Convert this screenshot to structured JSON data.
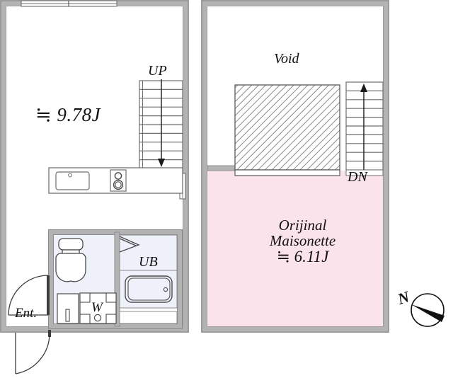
{
  "plan": {
    "title": "Maisonette apartment floor plan",
    "colors": {
      "wall": "#b3b3b3",
      "wall_line": "#7a7a7a",
      "room_pink": "#fbe3ec",
      "room_blue": "#eef1f9",
      "ink": "#111111",
      "hatch": "#666666"
    },
    "units": [
      {
        "name": "lower-floor-unit",
        "rooms": [
          {
            "name": "main-room",
            "label": "≒ 9.78J",
            "area_jo": 9.78,
            "fill": "white"
          },
          {
            "name": "toilet-room",
            "label": "",
            "fill": "#eef1f9"
          },
          {
            "name": "unit-bath",
            "label": "UB",
            "fill": "#eef1f9"
          },
          {
            "name": "entrance",
            "label": "Ent.",
            "fill": "white"
          }
        ],
        "stair_label": "UP",
        "stair_direction": "up",
        "stair_treads": 10,
        "fixtures": [
          {
            "name": "kitchen-sink"
          },
          {
            "name": "gas-stove-2burner"
          },
          {
            "name": "toilet"
          },
          {
            "name": "washing-machine",
            "label": "W"
          },
          {
            "name": "bathtub"
          },
          {
            "name": "wash-basin"
          },
          {
            "name": "folding-door"
          }
        ]
      },
      {
        "name": "upper-floor-unit",
        "rooms": [
          {
            "name": "void-area",
            "label": "Void",
            "fill": "white"
          },
          {
            "name": "maisonette-room",
            "label_line1": "Orijinal",
            "label_line2": "Maisonette",
            "label_line3": "≒ 6.11J",
            "area_jo": 6.11,
            "fill": "#fbe3ec"
          }
        ],
        "stair_label": "DN",
        "stair_direction": "down",
        "stair_treads": 10,
        "fixtures": [
          {
            "name": "hatched-roof-block"
          }
        ]
      }
    ],
    "labels": {
      "area_left": "≒ 9.78J",
      "up": "UP",
      "dn": "DN",
      "void": "Void",
      "ub": "UB",
      "washer": "W",
      "entrance": "Ent.",
      "maisonette_line1": "Orijinal",
      "maisonette_line2": "Maisonette",
      "maisonette_line3": "≒ 6.11J",
      "compass_north": "N"
    }
  }
}
